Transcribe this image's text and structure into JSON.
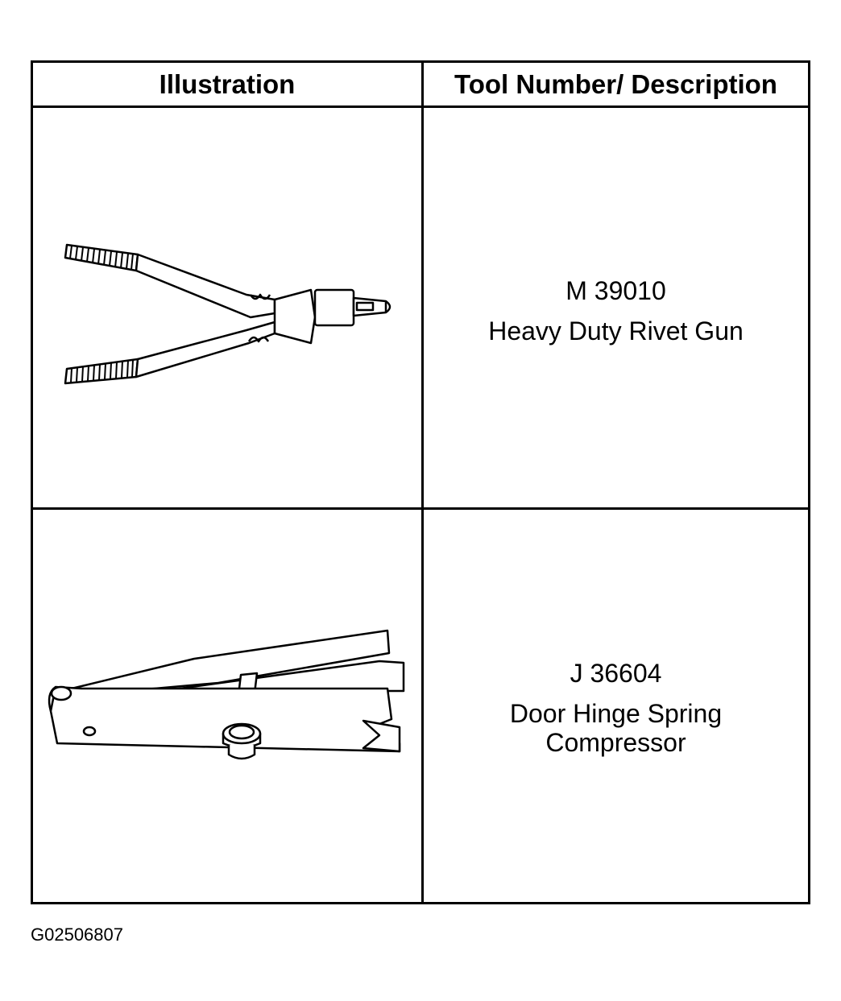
{
  "table": {
    "headers": {
      "illustration": "Illustration",
      "tool_number_description": "Tool Number/ Description"
    },
    "rows": [
      {
        "illustration_icon": "rivet-gun-icon",
        "tool_number": "M 39010",
        "description": "Heavy Duty Rivet Gun"
      },
      {
        "illustration_icon": "door-hinge-spring-compressor-icon",
        "tool_number": "J 36604",
        "description_line1": "Door Hinge Spring",
        "description_line2": "Compressor"
      }
    ]
  },
  "figure_code": "G02506807"
}
